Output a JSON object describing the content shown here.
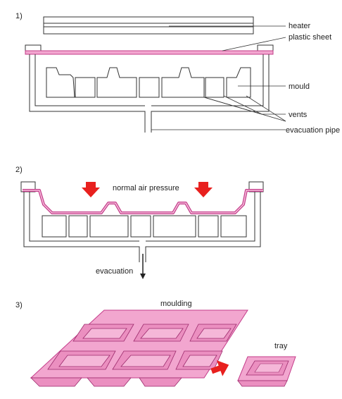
{
  "steps": {
    "one": {
      "number": "1)",
      "labels": {
        "heater": "heater",
        "plastic_sheet": "plastic sheet",
        "mould": "mould",
        "vents": "vents",
        "evacuation_pipe": "evacuation pipe"
      }
    },
    "two": {
      "number": "2)",
      "labels": {
        "air_pressure": "normal air pressure",
        "evacuation": "evacuation"
      }
    },
    "three": {
      "number": "3)",
      "labels": {
        "moulding": "moulding",
        "tray": "tray"
      }
    }
  },
  "colors": {
    "plastic": "#f2a6cf",
    "plastic_edge": "#c43c8a",
    "arrow": "#e8201e",
    "line": "#333333"
  }
}
